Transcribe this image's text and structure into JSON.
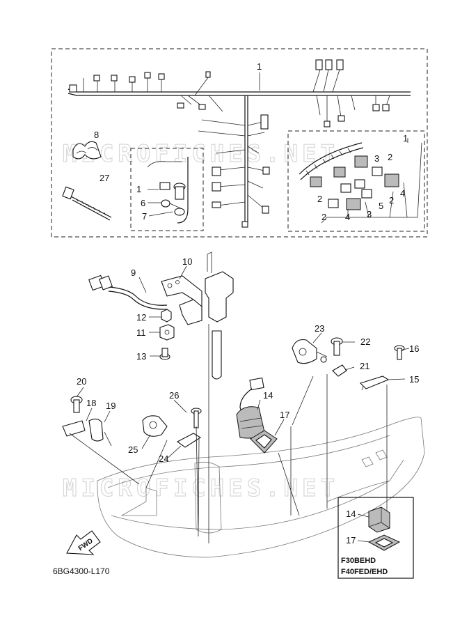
{
  "watermark": "MICROFICHES.NET",
  "diagram_code": "6BG4300-L170",
  "fwd_label": "FWD",
  "variant_models": [
    "F30BEHD",
    "F40FED/EHD"
  ],
  "callouts": {
    "c1_main": "1",
    "c1_left": "1",
    "c1_right": "1",
    "c2_a": "2",
    "c2_b": "2",
    "c2_c": "2",
    "c2_d": "2",
    "c3_a": "3",
    "c3_b": "3",
    "c4_a": "4",
    "c4_b": "4",
    "c5": "5",
    "c6": "6",
    "c7": "7",
    "c8": "8",
    "c9": "9",
    "c10": "10",
    "c11": "11",
    "c12": "12",
    "c13": "13",
    "c14": "14",
    "c14_inset": "14",
    "c15": "15",
    "c16": "16",
    "c17": "17",
    "c17_inset": "17",
    "c18": "18",
    "c19": "19",
    "c20": "20",
    "c21": "21",
    "c22": "22",
    "c23": "23",
    "c24": "24",
    "c25": "25",
    "c26": "26",
    "c27": "27"
  }
}
